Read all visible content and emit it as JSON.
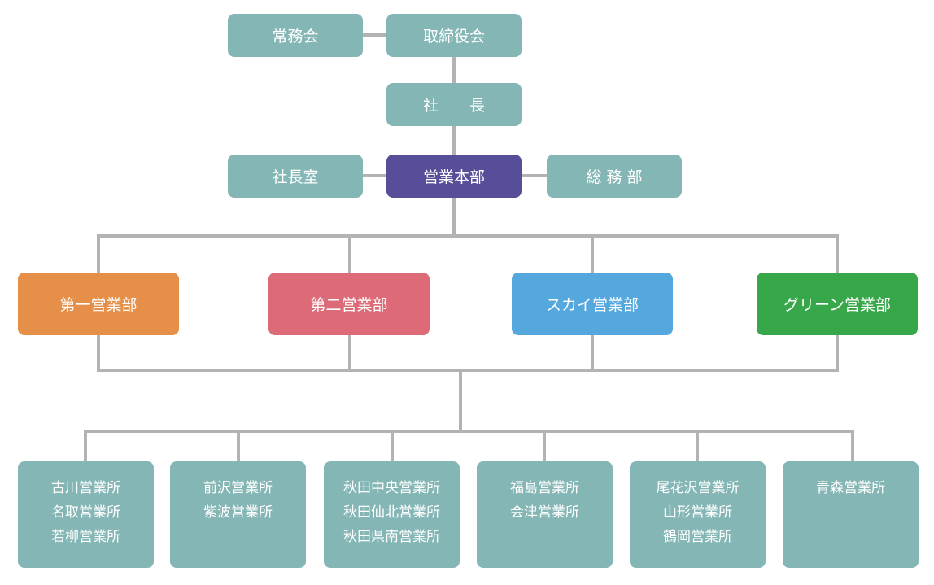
{
  "top": {
    "executive_committee": "常務会",
    "board": "取締役会",
    "president": "社　　長",
    "president_office": "社長室",
    "sales_hq": "営業本部",
    "general_affairs": "総 務 部"
  },
  "departments": [
    {
      "label": "第一営業部",
      "color": "#e58f49"
    },
    {
      "label": "第二営業部",
      "color": "#dd6a77"
    },
    {
      "label": "スカイ営業部",
      "color": "#54a8de"
    },
    {
      "label": "グリーン営業部",
      "color": "#37a74a"
    }
  ],
  "offices": [
    {
      "lines": [
        "古川営業所",
        "名取営業所",
        "若柳営業所"
      ]
    },
    {
      "lines": [
        "前沢営業所",
        "紫波営業所"
      ]
    },
    {
      "lines": [
        "秋田中央営業所",
        "秋田仙北営業所",
        "秋田県南営業所"
      ]
    },
    {
      "lines": [
        "福島営業所",
        "会津営業所"
      ]
    },
    {
      "lines": [
        "尾花沢営業所",
        "山形営業所",
        "鶴岡営業所"
      ]
    },
    {
      "lines": [
        "青森営業所"
      ]
    }
  ],
  "colors": {
    "teal": "#84b6b5",
    "hq": "#574e99",
    "connector": "#b3b3b3"
  }
}
